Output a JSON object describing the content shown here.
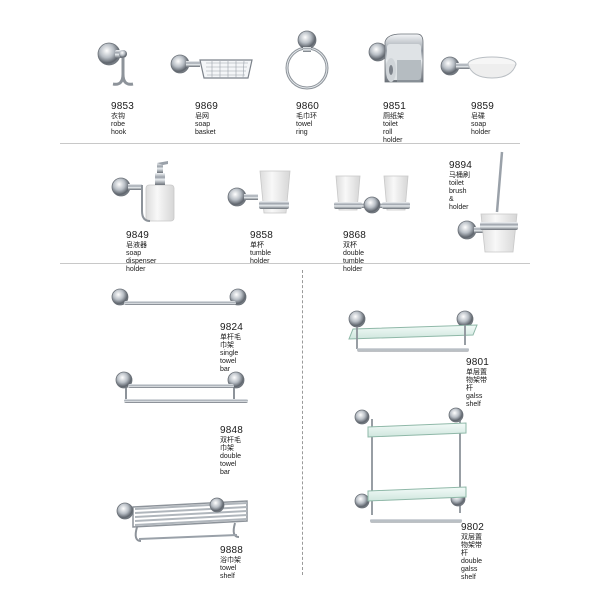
{
  "products": {
    "robe_hook": {
      "code": "9853",
      "cn": "衣钩",
      "en": "robe hook"
    },
    "soap_basket": {
      "code": "9869",
      "cn": "皂网",
      "en": "soap basket"
    },
    "towel_ring": {
      "code": "9860",
      "cn": "毛巾环",
      "en": "towel ring"
    },
    "toilet_roll": {
      "code": "9851",
      "cn": "厕纸架",
      "en": "toilet roll holder"
    },
    "soap_holder": {
      "code": "9859",
      "cn": "皂碟",
      "en": "soap holder"
    },
    "soap_disp": {
      "code": "9849",
      "cn": "皂液器",
      "en": "soap dispenser holder"
    },
    "tumble": {
      "code": "9858",
      "cn": "单杯",
      "en": "tumble holder"
    },
    "double_tumble": {
      "code": "9868",
      "cn": "双杯",
      "en": "double tumble holder"
    },
    "toilet_brush": {
      "code": "9894",
      "cn": "马桶刷",
      "en1": "toilet brush",
      "en2": "& holder"
    },
    "single_bar": {
      "code": "9824",
      "cn": "单杆毛巾架",
      "en": "single towel bar"
    },
    "double_bar": {
      "code": "9848",
      "cn": "双杆毛巾架",
      "en": "double towel bar"
    },
    "towel_shelf": {
      "code": "9888",
      "cn": "浴巾架",
      "en": "towel shelf"
    },
    "galss_shelf": {
      "code": "9801",
      "cn": "单层置物架带杆",
      "en": "galss shelf"
    },
    "double_shelf": {
      "code": "9802",
      "cn": "双层置物架带杆",
      "en": "double galss shelf"
    }
  },
  "colors": {
    "chrome_dark": "#5a5f66",
    "chrome_mid": "#a9afb6",
    "chrome_light": "#eef1f4",
    "glass": "#e8f4ef",
    "frosted": "#f1f1f1",
    "divider": "#c8c8c8"
  }
}
